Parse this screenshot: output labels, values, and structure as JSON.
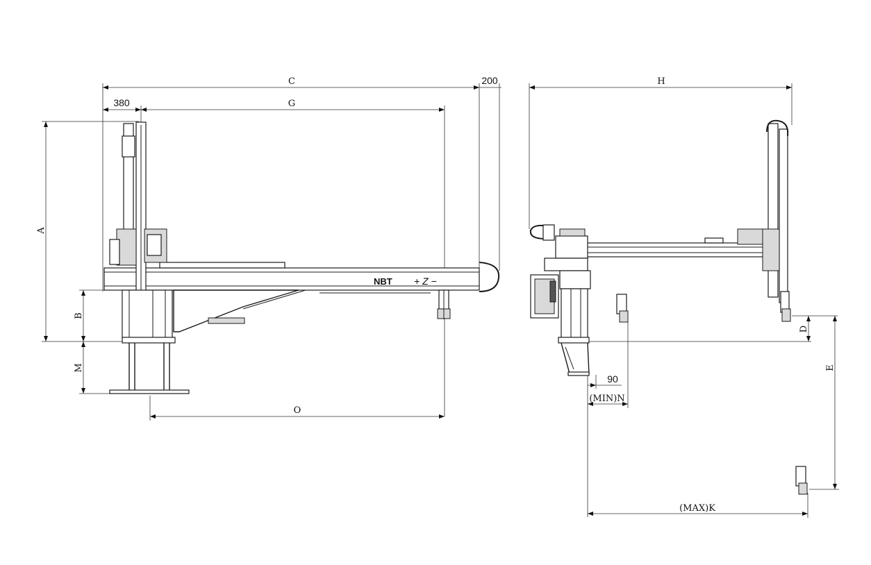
{
  "dimensions": {
    "C": "C",
    "dim_200": "200",
    "dim_380": "380",
    "G": "G",
    "A": "A",
    "B": "B",
    "M": "M",
    "O": "O",
    "H": "H",
    "D": "D",
    "E": "E",
    "dim_90": "90",
    "min_n": "(MIN)N",
    "max_k": "(MAX)K"
  },
  "brand": {
    "logo": "NBT",
    "axis": "+ Z −"
  }
}
